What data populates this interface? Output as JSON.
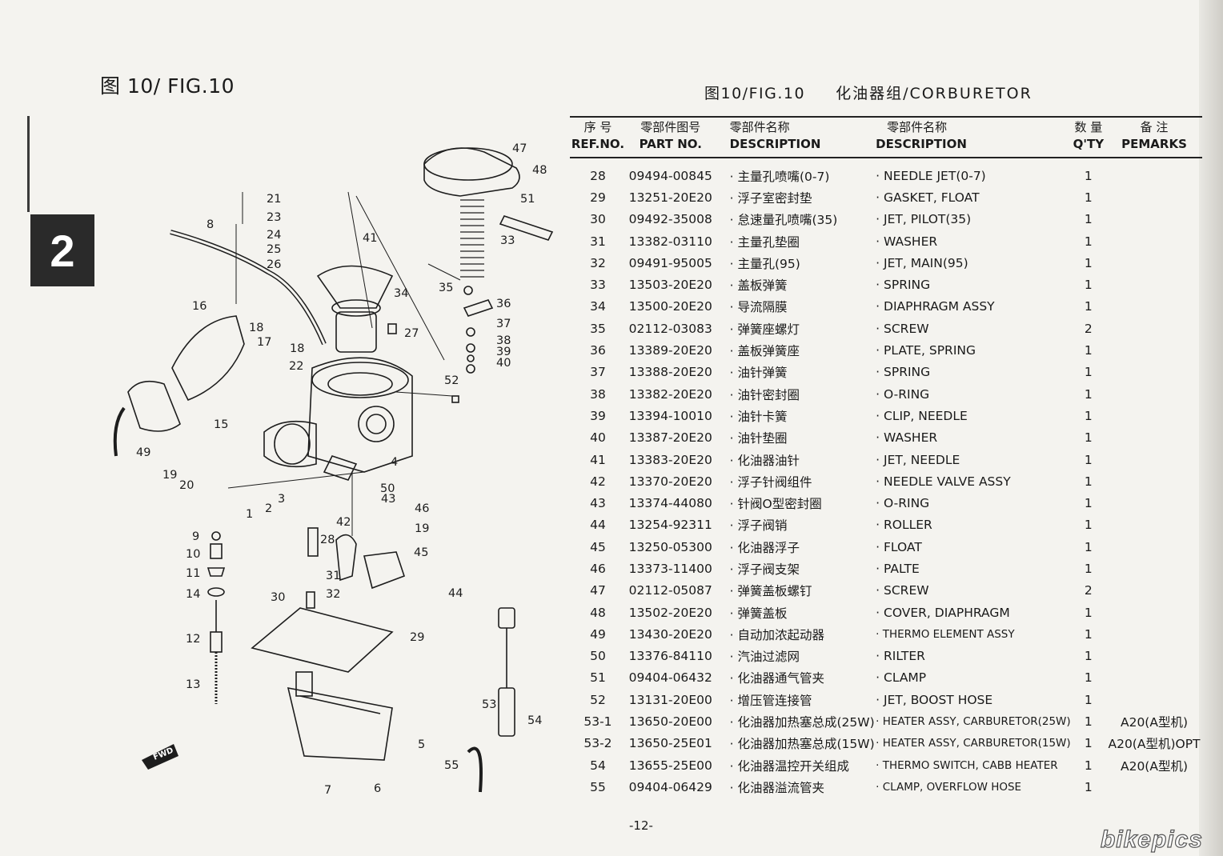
{
  "left_title": "图 10/ FIG.10",
  "right_title": {
    "figure": "图10/FIG.10",
    "group": "化油器组/CORBURETOR"
  },
  "section_tab": "2",
  "table": {
    "headers": {
      "ref_cn": "序 号",
      "ref_en": "REF.NO.",
      "part_cn": "零部件图号",
      "part_en": "PART NO.",
      "desc_cn_cn": "零部件名称",
      "desc_cn_en": "DESCRIPTION",
      "desc_en_cn": "零部件名称",
      "desc_en_en": "DESCRIPTION",
      "qty_cn": "数 量",
      "qty_en": "Q'TY",
      "remarks_cn": "备 注",
      "remarks_en": "PEMARKS"
    },
    "rows": [
      {
        "ref": "28",
        "part": "09494-00845",
        "cn": "· 主量孔喷嘴(0-7)",
        "en": "· NEEDLE JET(0-7)",
        "qty": "1",
        "remarks": ""
      },
      {
        "ref": "29",
        "part": "13251-20E20",
        "cn": "· 浮子室密封垫",
        "en": "· GASKET, FLOAT",
        "qty": "1",
        "remarks": ""
      },
      {
        "ref": "30",
        "part": "09492-35008",
        "cn": "· 怠速量孔喷嘴(35)",
        "en": "· JET, PILOT(35)",
        "qty": "1",
        "remarks": ""
      },
      {
        "ref": "31",
        "part": "13382-03110",
        "cn": "· 主量孔垫圈",
        "en": "· WASHER",
        "qty": "1",
        "remarks": ""
      },
      {
        "ref": "32",
        "part": "09491-95005",
        "cn": "· 主量孔(95)",
        "en": "· JET, MAIN(95)",
        "qty": "1",
        "remarks": ""
      },
      {
        "ref": "33",
        "part": "13503-20E20",
        "cn": "· 盖板弹簧",
        "en": "· SPRING",
        "qty": "1",
        "remarks": ""
      },
      {
        "ref": "34",
        "part": "13500-20E20",
        "cn": "· 导流隔膜",
        "en": "· DIAPHRAGM ASSY",
        "qty": "1",
        "remarks": ""
      },
      {
        "ref": "35",
        "part": "02112-03083",
        "cn": "· 弹簧座螺灯",
        "en": "· SCREW",
        "qty": "2",
        "remarks": ""
      },
      {
        "ref": "36",
        "part": "13389-20E20",
        "cn": "· 盖板弹簧座",
        "en": "· PLATE, SPRING",
        "qty": "1",
        "remarks": ""
      },
      {
        "ref": "37",
        "part": "13388-20E20",
        "cn": "· 油针弹簧",
        "en": "· SPRING",
        "qty": "1",
        "remarks": ""
      },
      {
        "ref": "38",
        "part": "13382-20E20",
        "cn": "· 油针密封圈",
        "en": "· O-RING",
        "qty": "1",
        "remarks": ""
      },
      {
        "ref": "39",
        "part": "13394-10010",
        "cn": "· 油针卡簧",
        "en": "· CLIP, NEEDLE",
        "qty": "1",
        "remarks": ""
      },
      {
        "ref": "40",
        "part": "13387-20E20",
        "cn": "· 油针垫圈",
        "en": "· WASHER",
        "qty": "1",
        "remarks": ""
      },
      {
        "ref": "41",
        "part": "13383-20E20",
        "cn": "· 化油器油针",
        "en": "· JET, NEEDLE",
        "qty": "1",
        "remarks": ""
      },
      {
        "ref": "42",
        "part": "13370-20E20",
        "cn": "· 浮子针阀组件",
        "en": "· NEEDLE VALVE ASSY",
        "qty": "1",
        "remarks": ""
      },
      {
        "ref": "43",
        "part": "13374-44080",
        "cn": "· 针阀O型密封圈",
        "en": "· O-RING",
        "qty": "1",
        "remarks": ""
      },
      {
        "ref": "44",
        "part": "13254-92311",
        "cn": "· 浮子阀销",
        "en": "· ROLLER",
        "qty": "1",
        "remarks": ""
      },
      {
        "ref": "45",
        "part": "13250-05300",
        "cn": "· 化油器浮子",
        "en": "· FLOAT",
        "qty": "1",
        "remarks": ""
      },
      {
        "ref": "46",
        "part": "13373-11400",
        "cn": "· 浮子阀支架",
        "en": "· PALTE",
        "qty": "1",
        "remarks": ""
      },
      {
        "ref": "47",
        "part": "02112-05087",
        "cn": "· 弹簧盖板螺钉",
        "en": "· SCREW",
        "qty": "2",
        "remarks": ""
      },
      {
        "ref": "48",
        "part": "13502-20E20",
        "cn": "· 弹簧盖板",
        "en": "· COVER, DIAPHRAGM",
        "qty": "1",
        "remarks": ""
      },
      {
        "ref": "49",
        "part": "13430-20E20",
        "cn": "· 自动加浓起动器",
        "en": "· THERMO ELEMENT ASSY",
        "qty": "1",
        "remarks": ""
      },
      {
        "ref": "50",
        "part": "13376-84110",
        "cn": "· 汽油过滤网",
        "en": "· RILTER",
        "qty": "1",
        "remarks": ""
      },
      {
        "ref": "51",
        "part": "09404-06432",
        "cn": "· 化油器通气管夹",
        "en": "· CLAMP",
        "qty": "1",
        "remarks": ""
      },
      {
        "ref": "52",
        "part": "13131-20E00",
        "cn": "· 增压管连接管",
        "en": "· JET, BOOST HOSE",
        "qty": "1",
        "remarks": ""
      },
      {
        "ref": "53-1",
        "part": "13650-20E00",
        "cn": "· 化油器加热塞总成(25W)",
        "en": "· HEATER ASSY, CARBURETOR(25W)",
        "qty": "1",
        "remarks": "A20(A型机)"
      },
      {
        "ref": "53-2",
        "part": "13650-25E01",
        "cn": "· 化油器加热塞总成(15W)",
        "en": "· HEATER ASSY, CARBURETOR(15W)",
        "qty": "1",
        "remarks": "A20(A型机)OPT"
      },
      {
        "ref": "54",
        "part": "13655-25E00",
        "cn": "· 化油器温控开关组成",
        "en": "· THERMO SWITCH, CABB HEATER",
        "qty": "1",
        "remarks": "A20(A型机)"
      },
      {
        "ref": "55",
        "part": "09404-06429",
        "cn": "· 化油器溢流管夹",
        "en": "· CLAMP, OVERFLOW HOSE",
        "qty": "1",
        "remarks": ""
      }
    ]
  },
  "diagram": {
    "callouts": [
      "1",
      "2",
      "3",
      "4",
      "5",
      "6",
      "7",
      "8",
      "9",
      "10",
      "11",
      "12",
      "13",
      "14",
      "15",
      "16",
      "17",
      "18",
      "18",
      "19",
      "19",
      "20",
      "21",
      "22",
      "23",
      "24",
      "25",
      "26",
      "27",
      "28",
      "29",
      "30",
      "31",
      "32",
      "33",
      "34",
      "35",
      "36",
      "37",
      "38",
      "39",
      "40",
      "41",
      "42",
      "43",
      "44",
      "45",
      "46",
      "47",
      "48",
      "49",
      "50",
      "51",
      "52",
      "53",
      "54",
      "55"
    ],
    "fwd_label": "FWD"
  },
  "page_number": "-12-",
  "watermark": "bikepics"
}
